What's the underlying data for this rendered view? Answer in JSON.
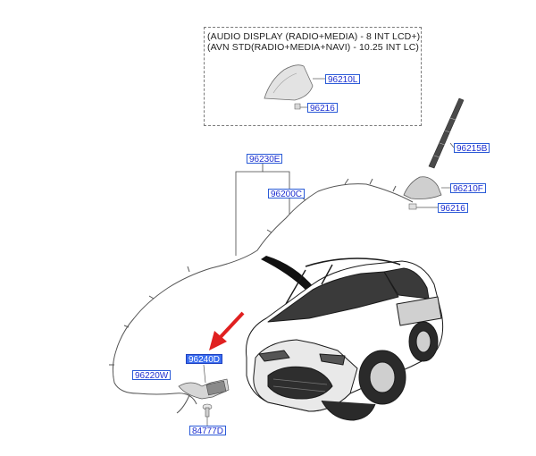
{
  "notes": {
    "line1": "(AUDIO DISPLAY (RADIO+MEDIA) - 8 INT LCD+)",
    "line2": "(AVN STD(RADIO+MEDIA+NAVI) - 10.25 INT LC)"
  },
  "parts": {
    "p96210L": "96210L",
    "p96216_top": "96216",
    "p96215B": "96215B",
    "p96230E": "96230E",
    "p96200C": "96200C",
    "p96210F": "96210F",
    "p96216_mid": "96216",
    "p96240D": "96240D",
    "p96220W": "96220W",
    "p84777D": "84777D"
  },
  "colors": {
    "label_border": "#2a5bd7",
    "label_text": "#1f2fd0",
    "highlight_fill": "#3a6df0",
    "arrow": "#e02020"
  }
}
